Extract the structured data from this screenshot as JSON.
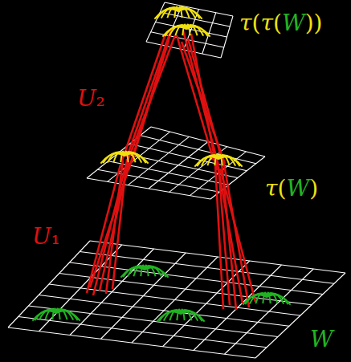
{
  "diagram": {
    "labels": [
      "τ(τ(W))",
      "U₂",
      "τ(W)",
      "U₁",
      "W"
    ]
  }
}
